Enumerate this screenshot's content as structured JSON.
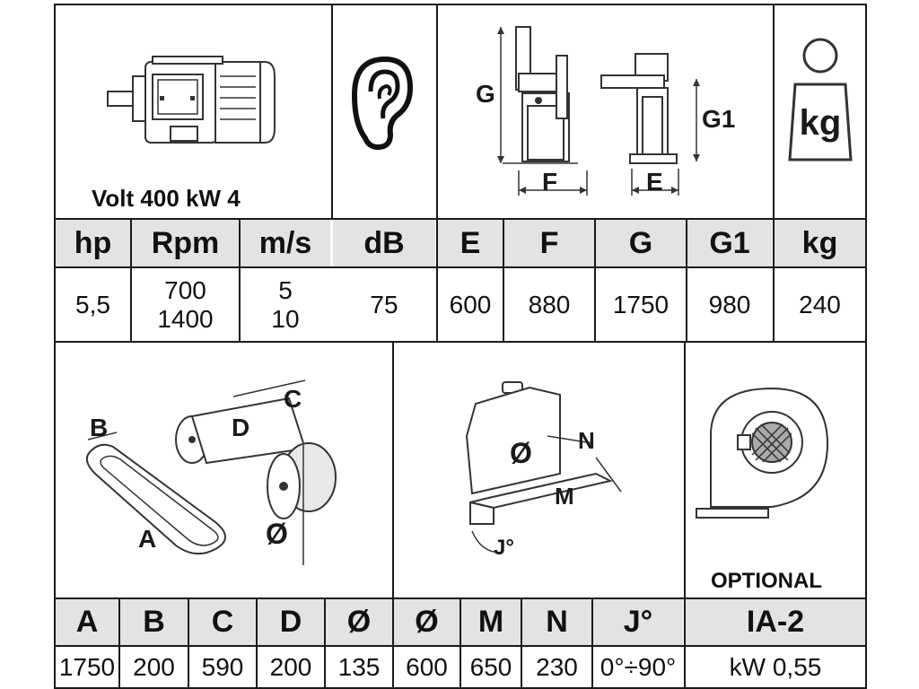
{
  "top": {
    "motor_caption": "Volt 400 kW 4",
    "headers": [
      "hp",
      "Rpm",
      "m/s",
      "dB",
      "E",
      "F",
      "G",
      "G1",
      "kg"
    ],
    "values": [
      [
        "5,5"
      ],
      [
        "700",
        "1400"
      ],
      [
        "5",
        "10"
      ],
      [
        "75"
      ],
      [
        "600"
      ],
      [
        "880"
      ],
      [
        "1750"
      ],
      [
        "980"
      ],
      [
        "240"
      ]
    ],
    "icon_labels": {
      "dim_g": "G",
      "dim_f": "F",
      "dim_g1": "G1",
      "dim_e": "E",
      "weight": "kg"
    }
  },
  "bottom": {
    "belt_labels": {
      "a": "A",
      "b": "B",
      "c": "C",
      "d": "D",
      "diam": "Ø"
    },
    "disc_labels": {
      "diam": "Ø",
      "n": "N",
      "m": "M",
      "j": "J°"
    },
    "optional_caption": "OPTIONAL",
    "headers": [
      "A",
      "B",
      "C",
      "D",
      "Ø",
      "Ø",
      "M",
      "N",
      "J°",
      "IA-2"
    ],
    "values": [
      "1750",
      "200",
      "590",
      "200",
      "135",
      "600",
      "650",
      "230",
      "0°÷90°",
      "kW 0,55"
    ]
  },
  "icons": [
    "motor-icon",
    "ear-icon",
    "machine-dimensions-icon",
    "weight-icon",
    "belt-dimensions-icon",
    "disc-dimensions-icon",
    "extractor-fan-icon"
  ]
}
